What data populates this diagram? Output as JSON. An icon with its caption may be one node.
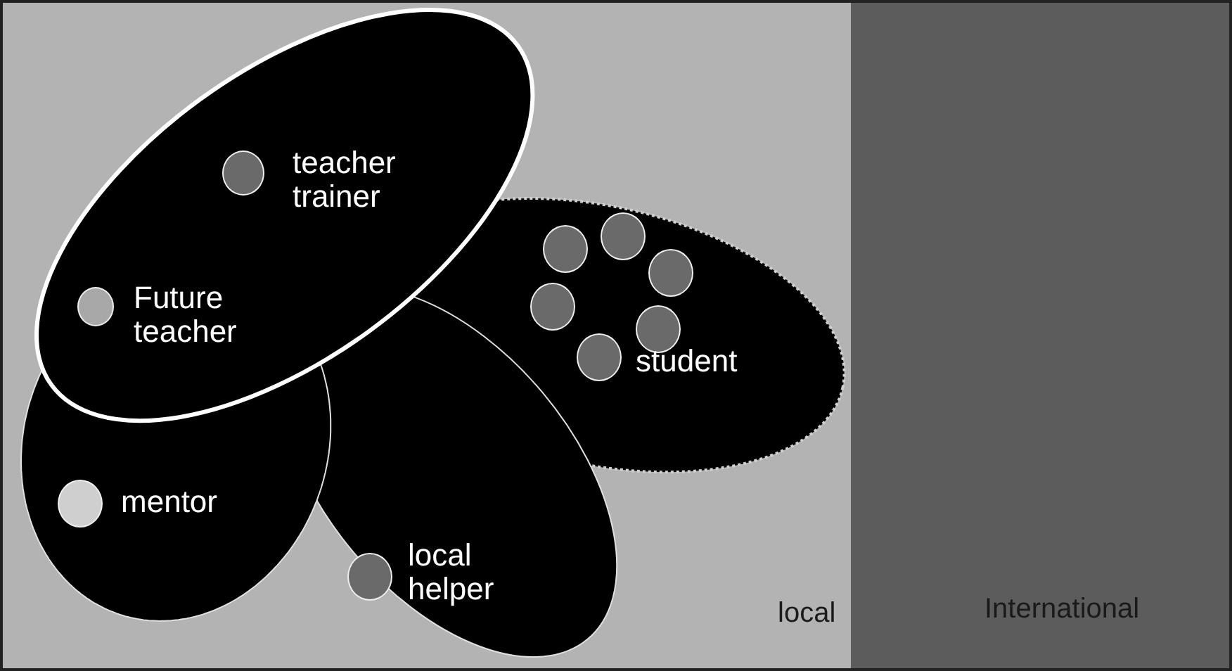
{
  "diagram": {
    "nodes": [
      {
        "text": [
          "local"
        ]
      },
      {
        "text": [
          "International"
        ]
      },
      {
        "text": [
          "teacher trainer",
          "Future teacher"
        ],
        "in": 0
      },
      {
        "text": [
          "mentor"
        ],
        "in": 0
      },
      {
        "text": [
          "local helper"
        ],
        "in": 0
      },
      {
        "text": [
          "student"
        ],
        "in": 0
      }
    ]
  }
}
